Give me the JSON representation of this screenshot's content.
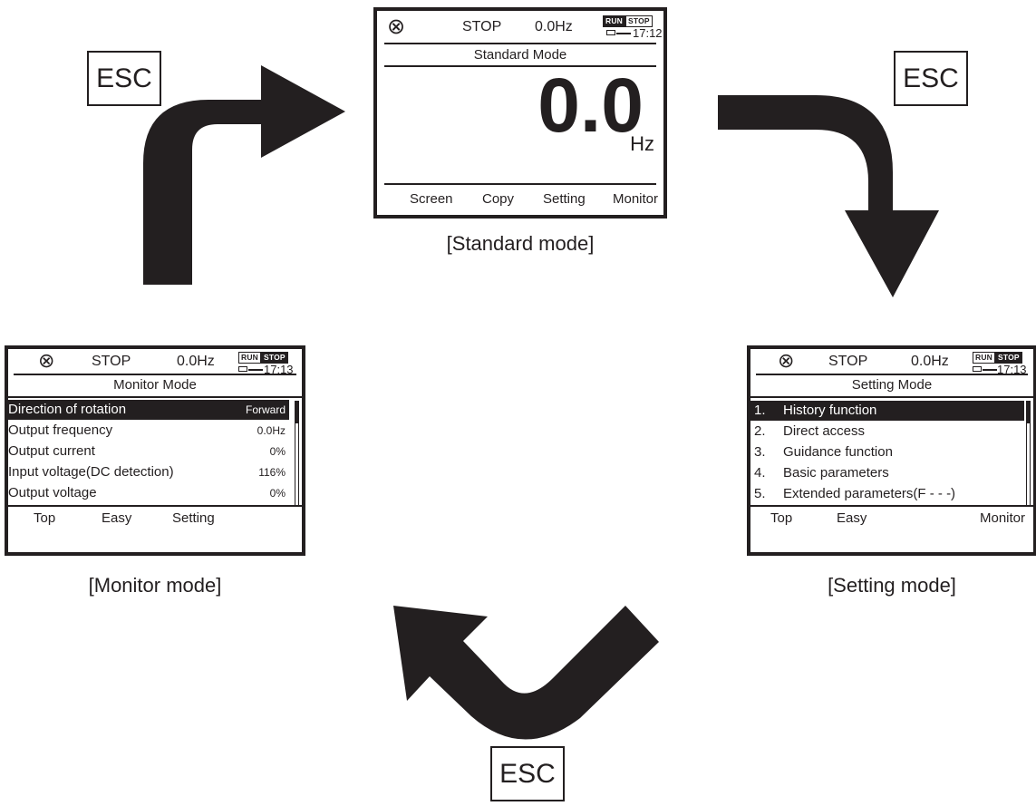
{
  "escape_label": "ESC",
  "standard": {
    "caption": "[Standard mode]",
    "status": "STOP",
    "freq": "0.0Hz",
    "run": "RUN",
    "stop": "STOP",
    "time": "17:12",
    "mode_title": "Standard Mode",
    "big_value": "0.0",
    "unit": "Hz",
    "softkeys": [
      "Screen",
      "Copy",
      "Setting",
      "Monitor"
    ]
  },
  "monitor": {
    "caption": "[Monitor mode]",
    "status": "STOP",
    "freq": "0.0Hz",
    "run": "RUN",
    "stop": "STOP",
    "time": "17:13",
    "mode_title": "Monitor Mode",
    "rows": [
      {
        "label": "Direction of rotation",
        "value": "Forward"
      },
      {
        "label": "Output frequency",
        "value": "0.0Hz"
      },
      {
        "label": "Output current",
        "value": "0%"
      },
      {
        "label": "Input voltage(DC detection)",
        "value": "116%"
      },
      {
        "label": "Output voltage",
        "value": "0%"
      }
    ],
    "softkeys": [
      "Top",
      "Easy",
      "Setting"
    ]
  },
  "setting": {
    "caption": "[Setting mode]",
    "status": "STOP",
    "freq": "0.0Hz",
    "run": "RUN",
    "stop": "STOP",
    "time": "17:13",
    "mode_title": "Setting Mode",
    "rows": [
      {
        "num": "1.",
        "label": "History function"
      },
      {
        "num": "2.",
        "label": "Direct access"
      },
      {
        "num": "3.",
        "label": "Guidance function"
      },
      {
        "num": "4.",
        "label": "Basic parameters"
      },
      {
        "num": "5.",
        "label": "Extended parameters(F - - -)"
      }
    ],
    "softkeys": [
      "Top",
      "Easy",
      "Monitor"
    ]
  },
  "icons": {
    "header_icon": "circle-cross-icon",
    "battery_icon": "battery-icon",
    "arrow_color": "#231f20"
  }
}
